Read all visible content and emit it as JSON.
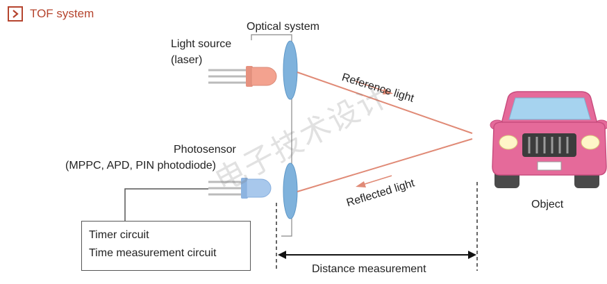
{
  "header": {
    "icon": "chevron-right-icon",
    "title": "TOF system"
  },
  "labels": {
    "optical_system": "Optical system",
    "light_source_line1": "Light source",
    "light_source_line2": "(laser)",
    "photosensor_line1": "Photosensor",
    "photosensor_line2": "(MPPC, APD, PIN photodiode)",
    "reference_light": "Reference light",
    "reflected_light": "Reflected light",
    "object": "Object",
    "timer_line1": "Timer circuit",
    "timer_line2": "Time measurement circuit",
    "distance": "Distance measurement"
  },
  "watermark": "电子技术设计",
  "colors": {
    "accent": "#b5442e",
    "beam": "#e08a76",
    "lens": "#7fb2dc",
    "laser": "#f3a28f",
    "sensor": "#a8c8ec",
    "car": "#e56a9a"
  }
}
